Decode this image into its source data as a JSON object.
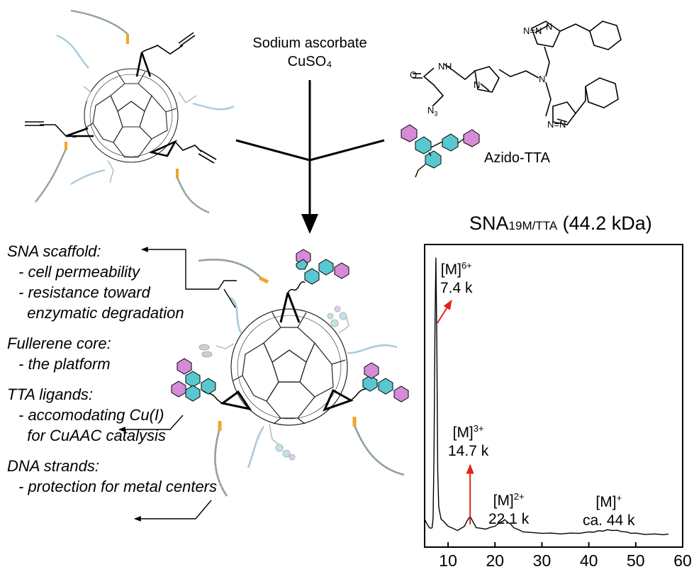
{
  "reagents": {
    "line1": "Sodium ascorbate",
    "line2": "CuSO₄"
  },
  "ligand_name": "Azido-TTA",
  "chem_atoms": {
    "n_triazole": "N",
    "nn": "N=N",
    "nh": "N",
    "h": "H",
    "o": "O",
    "n3": "N",
    "n3_sub": "3",
    "n_amine": "N",
    "n_b": "N",
    "nn_b": "N=N"
  },
  "annotations": [
    {
      "heading": "SNA scaffold:",
      "items": [
        "- cell permeability",
        "- resistance toward",
        "  enzymatic degradation"
      ]
    },
    {
      "heading": "Fullerene core:",
      "items": [
        "- the platform"
      ]
    },
    {
      "heading": "TTA ligands:",
      "items": [
        "- accomodating Cu(I)",
        "  for CuAAC catalysis"
      ]
    },
    {
      "heading": "DNA strands:",
      "items": [
        "- protection for metal centers"
      ]
    }
  ],
  "chart_data": {
    "type": "line",
    "title": "SNA",
    "title_subscript": "19M/TTA",
    "title_suffix": " (44.2 kDa)",
    "xlim": [
      5,
      60
    ],
    "x_ticks": [
      10,
      20,
      30,
      40,
      50,
      60
    ],
    "ylim": [
      0,
      100
    ],
    "grid": false,
    "series": [
      {
        "x": [
          5.0,
          5.5,
          6.0,
          6.3,
          6.6,
          6.8,
          7.0,
          7.2,
          7.4,
          7.6,
          7.8,
          8.0,
          8.5,
          9.0,
          10,
          11,
          12,
          12.8,
          13.5,
          14.0,
          14.7,
          15.4,
          16.0,
          17,
          18,
          19,
          20,
          21,
          21.6,
          22.1,
          22.6,
          23.3,
          24,
          25,
          26,
          28,
          30,
          32,
          34,
          36,
          38,
          40,
          41,
          42,
          43,
          44,
          45,
          46,
          47,
          48,
          49,
          50,
          52,
          54,
          56,
          57
        ],
        "y": [
          8,
          6,
          5,
          4.5,
          5,
          8,
          30,
          75,
          100,
          70,
          25,
          12,
          8,
          7,
          5.5,
          4.5,
          4,
          4.5,
          5.5,
          7,
          9,
          6.5,
          5,
          4.5,
          4.5,
          4.8,
          5.5,
          6.5,
          7.2,
          7.5,
          7.0,
          6.0,
          5.0,
          4.0,
          3.5,
          3.0,
          3.0,
          2.8,
          2.8,
          2.8,
          3.0,
          3.2,
          3.4,
          3.6,
          3.8,
          4.0,
          4.0,
          3.8,
          3.6,
          3.2,
          3.0,
          2.8,
          2.6,
          2.5,
          2.5,
          2.5
        ]
      }
    ],
    "annotations": [
      {
        "label": "[M]",
        "charge": "6+",
        "value": "7.4 k",
        "x": 7.4
      },
      {
        "label": "[M]",
        "charge": "3+",
        "value": "14.7 k",
        "x": 14.7
      },
      {
        "label": "[M]",
        "charge": "2+",
        "value": "22.1 k",
        "x": 22.1
      },
      {
        "label": "[M]",
        "charge": "+",
        "value": "ca. 44 k",
        "x": 44
      }
    ],
    "colors": {
      "trace": "#000000",
      "arrow": "#e2231a"
    }
  },
  "colors": {
    "teal": "#59c7cf",
    "violet": "#d58bd8",
    "orange": "#f0a52a",
    "dna_blue": "#6aa7c4",
    "dna_orange": "#e8a040",
    "gray": "#bdbdbd"
  }
}
